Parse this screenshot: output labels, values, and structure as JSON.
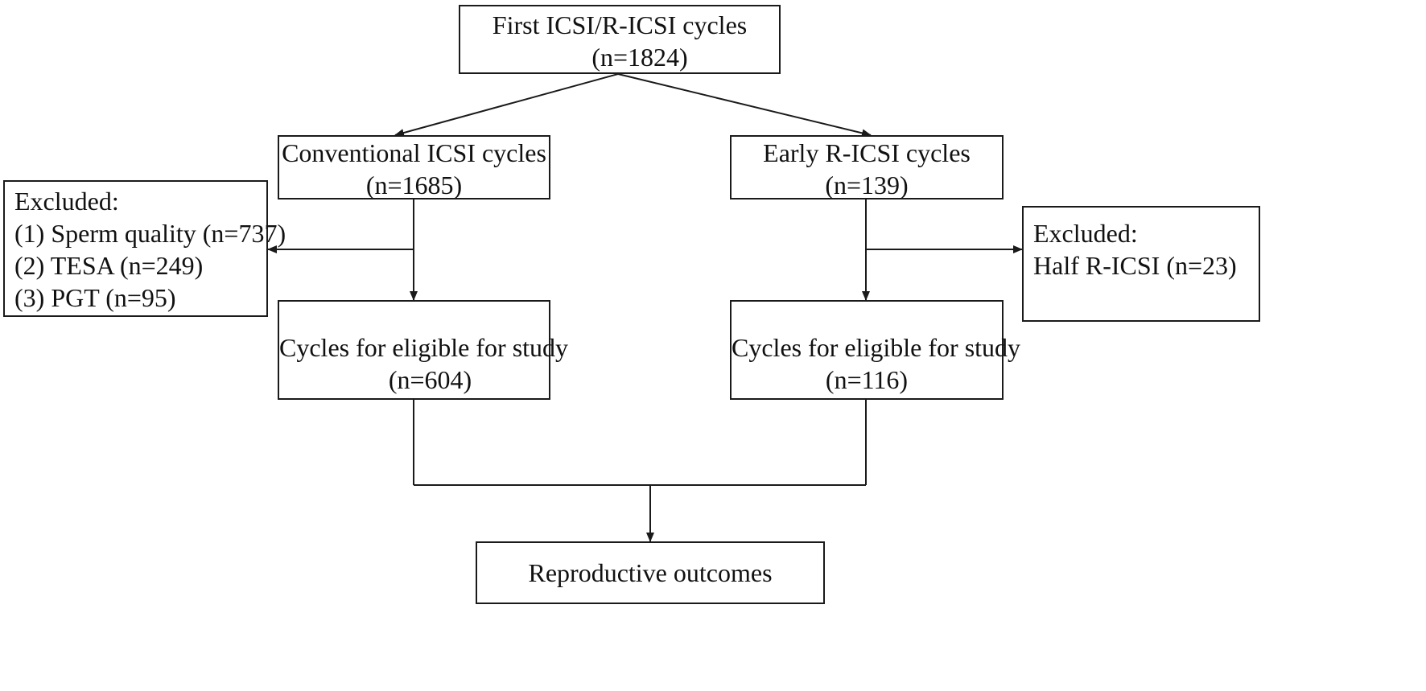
{
  "nodes": {
    "start": {
      "line1": "First ICSI/R-ICSI cycles",
      "line2": "(n=1824)"
    },
    "conventional": {
      "line1": "Conventional ICSI cycles",
      "line2": "(n=1685)"
    },
    "early": {
      "line1": "Early R-ICSI cycles",
      "line2": "(n=139)"
    },
    "excluded_left": {
      "heading": "Excluded:",
      "items": [
        "(1) Sperm quality (n=737)",
        "(2) TESA (n=249)",
        "(3) PGT (n=95)"
      ]
    },
    "excluded_right": {
      "heading": "Excluded:",
      "item": "Half R-ICSI (n=23)"
    },
    "eligible_left": {
      "line1": "Cycles for eligible for study",
      "line2": "(n=604)"
    },
    "eligible_right": {
      "line1": "Cycles for eligible for study",
      "line2": "(n=116)"
    },
    "outcomes": {
      "label": "Reproductive outcomes"
    }
  },
  "colors": {
    "stroke": "#1a1a1a",
    "text": "#111111",
    "background": "#ffffff"
  }
}
